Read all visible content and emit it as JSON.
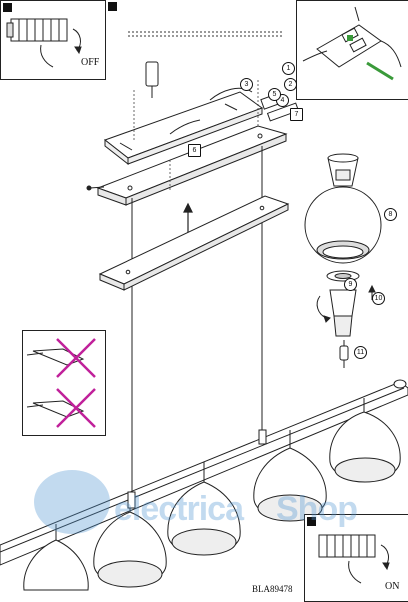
{
  "panels": {
    "off": {
      "label": "OFF"
    },
    "on": {
      "label": "ON"
    }
  },
  "steps": [
    "1",
    "2",
    "3",
    "4",
    "5",
    "6",
    "7",
    "8",
    "9",
    "10",
    "11"
  ],
  "model_code": "BLA89478",
  "watermark": {
    "text_a": "electrica",
    "text_b": "Shop"
  },
  "colors": {
    "wrong_mark": "#c0209a",
    "wire_highlight": "#3a9a3a",
    "watermark": "#5096d2"
  },
  "icons": [
    "power-off-icon",
    "power-on-icon",
    "cross-mark-icon",
    "screwdriver-icon",
    "arrow-icon"
  ]
}
